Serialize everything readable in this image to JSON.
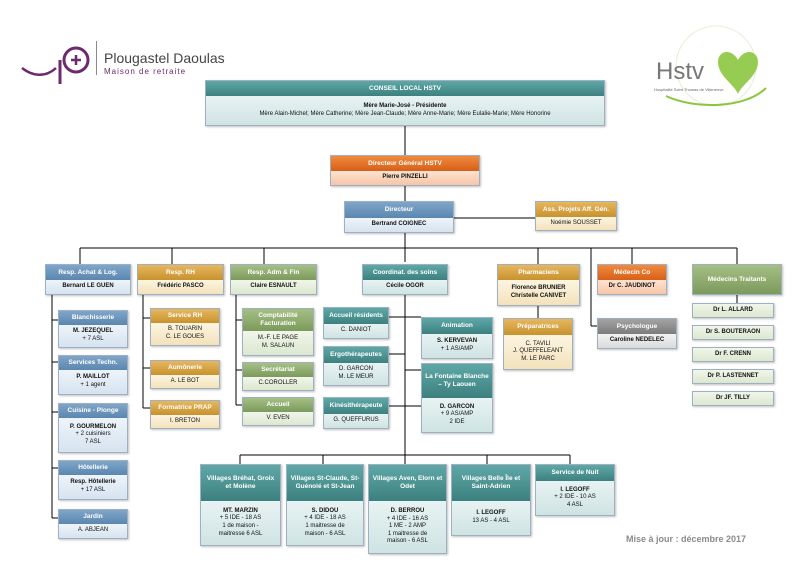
{
  "logo_left": {
    "name": "Plougastel Daoulas",
    "sub": "Maison de retraite"
  },
  "logo_right": {
    "name": "Hstv",
    "sub": "Hospitalité Saint Thomas de Villeneuve"
  },
  "conseil": {
    "title": "CONSEIL LOCAL HSTV",
    "president": "Mère Marie-José  - Présidente",
    "members": "Mère Alain-Michel; Mère Catherine; Mère Jean-Claude; Mère Anne-Marie; Mère Eulalie-Marie; Mère Honorine"
  },
  "dg": {
    "title": "Directeur Général HSTV",
    "name": "Pierre PINZELLI"
  },
  "directeur": {
    "title": "Directeur",
    "name": "Bertrand COIGNEC"
  },
  "ass": {
    "title": "Ass. Projets Aff. Gén.",
    "name": "Noémie SOUSSET"
  },
  "achat": {
    "title": "Resp. Achat & Log.",
    "name": "Bernard LE GUEN"
  },
  "blanch": {
    "title": "Blanchisserie",
    "name": "M. JEZEQUEL",
    "extra": "+ 7 ASL"
  },
  "techn": {
    "title": "Services Techn.",
    "name": "P. MAILLOT",
    "extra": "+ 1 agent"
  },
  "cuisine": {
    "title": "Cuisine - Plonge",
    "name": "P. GOURMELON",
    "extra1": "+ 2 cuisiniers",
    "extra2": "7 ASL"
  },
  "hotel": {
    "title": "Hôtellerie",
    "name": "Resp. Hôtellerie",
    "extra": "+ 17 ASL"
  },
  "jardin": {
    "title": "Jardin",
    "name": "A. ABJEAN"
  },
  "rh": {
    "title": "Resp. RH",
    "name": "Frédéric PASCO"
  },
  "srh": {
    "title": "Service RH",
    "n1": "B. TOUARIN",
    "n2": "C. LE GOUES"
  },
  "aumo": {
    "title": "Aumônerie",
    "name": "A. LE BOT"
  },
  "prap": {
    "title": "Formatrice PRAP",
    "name": "I. BRETON"
  },
  "adm": {
    "title": "Resp. Adm & Fin",
    "name": "Claire ESNAULT"
  },
  "compta": {
    "title": "Comptabilité Facturation",
    "n1": "M.-F. LE PAGE",
    "n2": "M. SALAUN"
  },
  "secr": {
    "title": "Secrétariat",
    "name": "C.COROLLER"
  },
  "accueil": {
    "title": "Accueil",
    "name": "V. EVEN"
  },
  "coord": {
    "title": "Coordinat. des soins",
    "name": "Cécile OGOR"
  },
  "accres": {
    "title": "Accueil résidents",
    "name": "C. DANIOT"
  },
  "ergo": {
    "title": "Ergothérapeutes",
    "n1": "D. GARCON",
    "n2": "M. LE MEUR"
  },
  "kine": {
    "title": "Kinésithérapeute",
    "name": "G. QUEFFURUS"
  },
  "anim": {
    "title": "Animation",
    "name": "S. KERVEVAN",
    "extra": "+ 1 AS/AMP"
  },
  "font": {
    "title": "La Fontaine Blanche – Ty Laouen",
    "name": "D. GARCON",
    "extra1": "+ 9 AS/AMP",
    "extra2": "2 IDE"
  },
  "pharma": {
    "title": "Pharmaciens",
    "n1": "Florence BRUNIER",
    "n2": "Christelle CANIVET"
  },
  "prep": {
    "title": "Préparatrices",
    "n1": "C. TAVILI",
    "n2": "J. QUEFFELEANT",
    "n3": "M. LE PARC"
  },
  "medco": {
    "title": "Médecin Co",
    "name": "Dr C. JAUDINOT"
  },
  "psy": {
    "title": "Psychologue",
    "name": "Caroline NEDELEC"
  },
  "medt": {
    "title": "Médecins Traitants"
  },
  "doctors": [
    "Dr L. ALLARD",
    "Dr S. BOUTERAON",
    "Dr F. CRENN",
    "Dr P. LASTENNET",
    "Dr  JF. TILLY"
  ],
  "v1": {
    "title": "Villages Bréhat, Groix et Molène",
    "name": "MT. MARZIN",
    "l1": "+ 5 IDE - 18 AS",
    "l2": "1 de maison -",
    "l3": "maitresse 6 ASL"
  },
  "v2": {
    "title": "Villages St-Claude, St-Guénolé et St-Jean",
    "name": "S. DIDOU",
    "l1": "+ 4 IDE - 18 AS",
    "l2": "1 maitresse de",
    "l3": "maison - 6 ASL"
  },
  "v3": {
    "title": "Villages Aven, Elorn et Odet",
    "name": "D. BERROU",
    "l1": "+ 4 IDE - 16 AS",
    "l2": "1 ME - 2 AMP",
    "l3": "1 maitresse de",
    "l4": "maison - 6 ASL"
  },
  "v4": {
    "title": "Villages Belle Île et Saint-Adrien",
    "name": "I. LEGOFF",
    "l1": "13 AS - 4 ASL"
  },
  "nuit": {
    "title": "Service de Nuit",
    "name": "I. LEGOFF",
    "l1": "+ 2 IDE - 10 AS",
    "l2": "4 ASL"
  },
  "update": "Mise à jour : décembre 2017"
}
